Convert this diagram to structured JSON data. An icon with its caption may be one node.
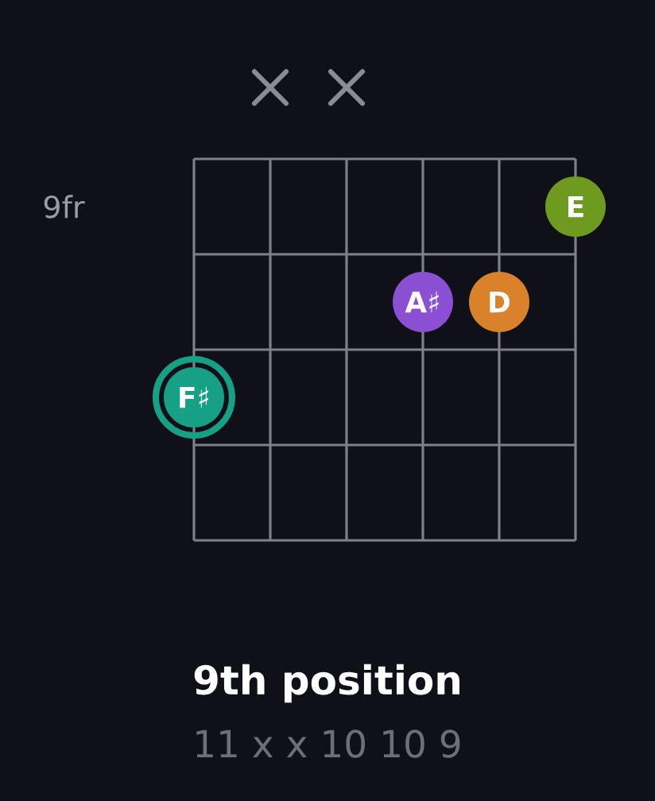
{
  "diagram": {
    "title": "9th position",
    "nodes": [
      {
        "text": [
          "E"
        ]
      },
      {
        "text": [
          "A♯"
        ]
      },
      {
        "text": [
          "D"
        ]
      },
      {
        "text": [
          "F♯"
        ]
      }
    ],
    "labels": [
      "9fr",
      "11 x x 10 10 9"
    ]
  }
}
